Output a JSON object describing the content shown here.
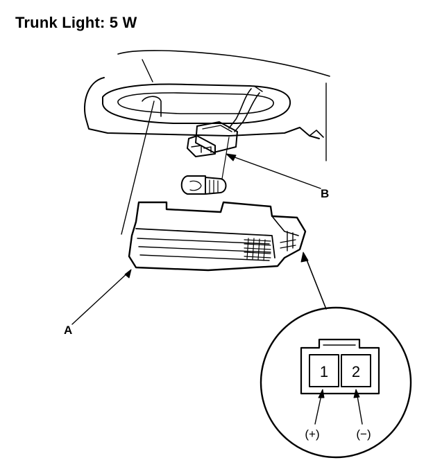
{
  "title": "Trunk Light: 5 W",
  "callouts": {
    "a": "A",
    "b": "B"
  },
  "connector": {
    "pins": [
      "1",
      "2"
    ],
    "polarity": [
      "(+)",
      "(−)"
    ]
  }
}
